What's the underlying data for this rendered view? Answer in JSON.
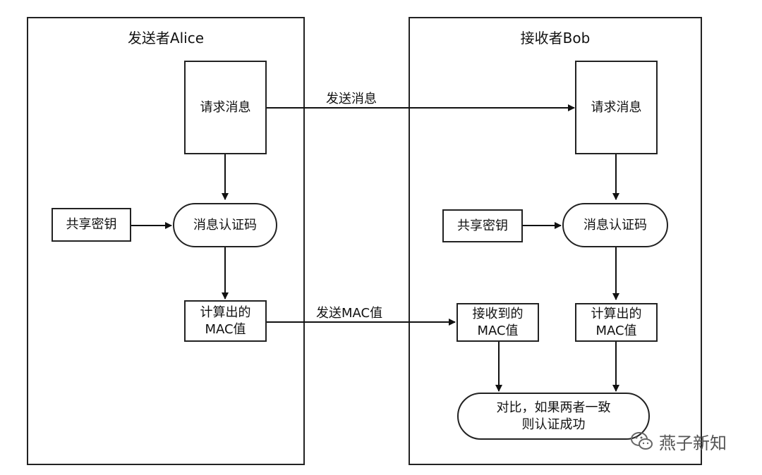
{
  "sender": {
    "title": "发送者Alice",
    "request_message": "请求消息",
    "shared_key": "共享密钥",
    "mac_algorithm": "消息认证码",
    "computed_mac": "计算出的\nMAC值"
  },
  "receiver": {
    "title": "接收者Bob",
    "request_message": "请求消息",
    "shared_key": "共享密钥",
    "mac_algorithm": "消息认证码",
    "received_mac": "接收到的\nMAC值",
    "computed_mac": "计算出的\nMAC值",
    "compare": "对比，如果两者一致\n则认证成功"
  },
  "flow_labels": {
    "send_message": "发送消息",
    "send_mac": "发送MAC值"
  },
  "watermark": {
    "text": "燕子新知",
    "icon": "wechat-icon"
  }
}
